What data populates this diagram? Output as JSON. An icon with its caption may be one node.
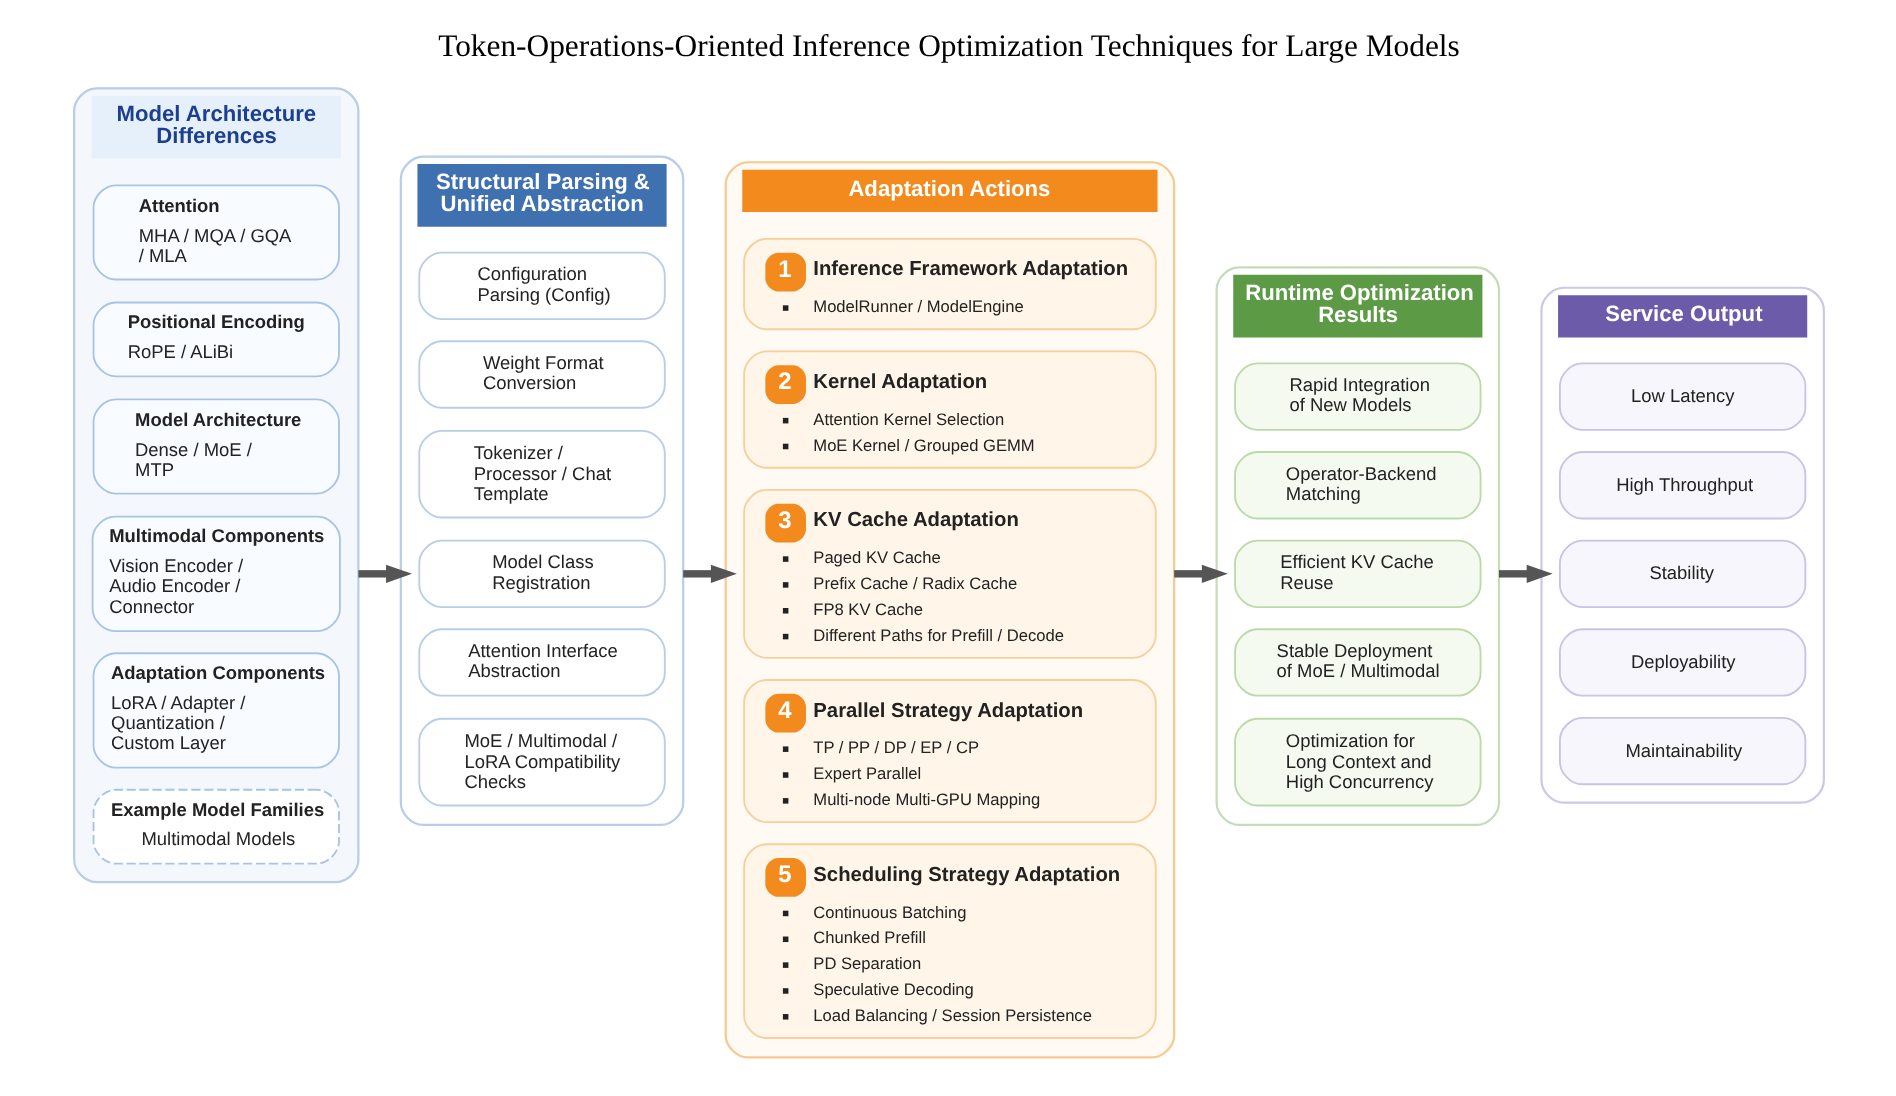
{
  "diagram": {
    "title": "Token-Operations-Oriented Inference Optimization Techniques for Large Models",
    "nodes": [
      {
        "text": [
          "Model Architecture Differences"
        ]
      },
      {
        "text": [
          "Attention",
          "MHA / MQA / GQA / MLA"
        ],
        "in": 0
      },
      {
        "text": [
          "Positional Encoding",
          "RoPE / ALiBi"
        ],
        "in": 0
      },
      {
        "text": [
          "Model Architecture",
          "Dense / MoE / MTP"
        ],
        "in": 0
      },
      {
        "text": [
          "Multimodal Components",
          "Vision Encoder / Audio Encoder / Connector"
        ],
        "in": 0
      },
      {
        "text": [
          "Adaptation Components",
          "LoRA / Adapter / Quantization / Custom Layer"
        ],
        "in": 0
      },
      {
        "text": [
          "Example Model Families",
          "Multimodal Models"
        ],
        "in": 0
      },
      {
        "text": [
          "Structural Parsing & Unified Abstraction"
        ]
      },
      {
        "text": [
          "Configuration Parsing (Config)"
        ],
        "in": 7
      },
      {
        "text": [
          "Weight Format Conversion"
        ],
        "in": 7
      },
      {
        "text": [
          "Tokenizer / Processor / Chat Template"
        ],
        "in": 7
      },
      {
        "text": [
          "Model Class Registration"
        ],
        "in": 7
      },
      {
        "text": [
          "Attention Interface Abstraction"
        ],
        "in": 7
      },
      {
        "text": [
          "MoE / Multimodal / LoRA Compatibility Checks"
        ],
        "in": 7
      },
      {
        "text": [
          "Adaptation Actions"
        ]
      },
      {
        "text": [
          "1",
          "Inference Framework Adaptation",
          "ModelRunner / ModelEngine"
        ],
        "in": 14
      },
      {
        "text": [
          "2",
          "Kernel Adaptation",
          "Attention Kernel Selection",
          "MoE Kernel / Grouped GEMM"
        ],
        "in": 14
      },
      {
        "text": [
          "3",
          "KV Cache Adaptation",
          "Paged KV Cache",
          "Prefix Cache / Radix Cache",
          "FP8 KV Cache",
          "Different Paths for Prefill / Decode"
        ],
        "in": 14
      },
      {
        "text": [
          "4",
          "Parallel Strategy Adaptation",
          "TP / PP / DP / EP / CP",
          "Expert Parallel",
          "Multi-node Multi-GPU Mapping"
        ],
        "in": 14
      },
      {
        "text": [
          "5",
          "Scheduling Strategy Adaptation",
          "Continuous Batching",
          "Chunked Prefill",
          "PD Separation",
          "Speculative Decoding",
          "Load Balancing / Session Persistence"
        ],
        "in": 14
      },
      {
        "text": [
          "Runtime Optimization Results"
        ]
      },
      {
        "text": [
          "Rapid Integration of New Models"
        ],
        "in": 20
      },
      {
        "text": [
          "Operator-Backend Matching"
        ],
        "in": 20
      },
      {
        "text": [
          "Efficient KV Cache Reuse"
        ],
        "in": 20
      },
      {
        "text": [
          "Stable Deployment of MoE / Multimodal"
        ],
        "in": 20
      },
      {
        "text": [
          "Optimization for Long Context and High Concurrency"
        ],
        "in": 20
      },
      {
        "text": [
          "Service Output"
        ]
      },
      {
        "text": [
          "Low Latency"
        ],
        "in": 26
      },
      {
        "text": [
          "High Throughput"
        ],
        "in": 26
      },
      {
        "text": [
          "Stability"
        ],
        "in": 26
      },
      {
        "text": [
          "Deployability"
        ],
        "in": 26
      },
      {
        "text": [
          "Maintainability"
        ],
        "in": 26
      }
    ],
    "edges": [
      {
        "from": 0,
        "to": 7,
        "arrow": "to"
      },
      {
        "from": 7,
        "to": 14,
        "arrow": "to"
      },
      {
        "from": 14,
        "to": 20,
        "arrow": "to"
      },
      {
        "from": 20,
        "to": 26,
        "arrow": "to"
      }
    ]
  }
}
